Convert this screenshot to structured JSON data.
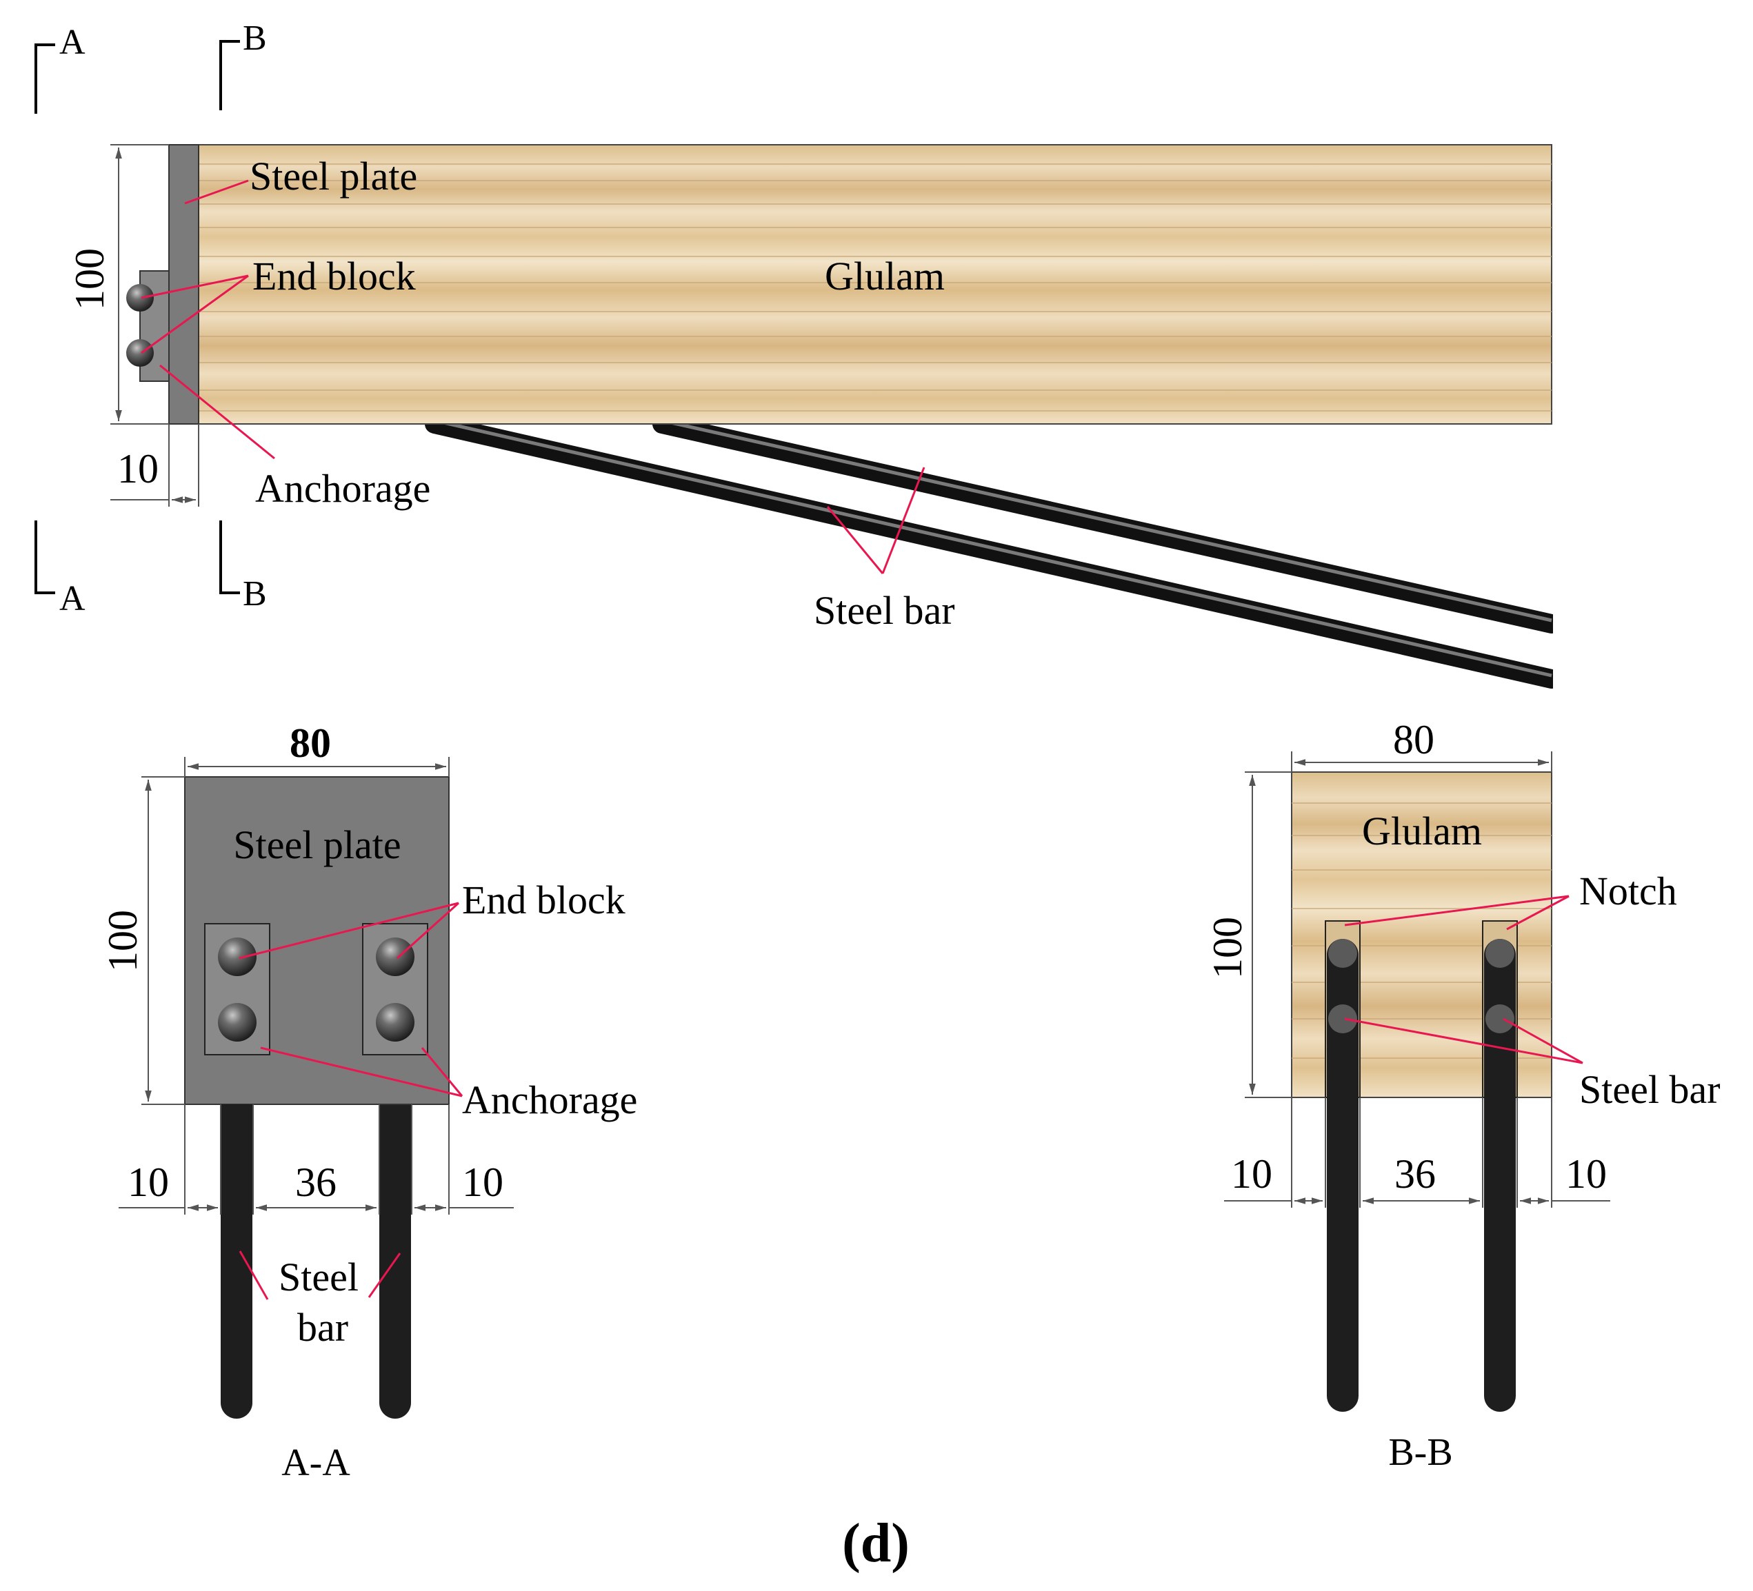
{
  "figure_label": "(d)",
  "colors": {
    "leader_line": "#e8174f",
    "steel_plate": "#7b7b7b",
    "glulam": "#e9d3a8",
    "steel_bar": "#1e1e1e"
  },
  "elevation": {
    "section_marks": {
      "a": "A",
      "b": "B"
    },
    "labels": {
      "steel_plate": "Steel plate",
      "end_block": "End block",
      "glulam": "Glulam",
      "anchorage": "Anchorage",
      "steel_bar": "Steel bar"
    },
    "dims": {
      "height": "100",
      "plate_thickness": "10"
    }
  },
  "section_aa": {
    "title": "A-A",
    "labels": {
      "steel_plate": "Steel plate",
      "end_block": "End block",
      "anchorage": "Anchorage",
      "steel_bar_line1": "Steel",
      "steel_bar_line2": "bar"
    },
    "dims": {
      "width": "80",
      "height": "100",
      "left": "10",
      "middle": "36",
      "right": "10"
    }
  },
  "section_bb": {
    "title": "B-B",
    "labels": {
      "glulam": "Glulam",
      "notch": "Notch",
      "steel_bar": "Steel bar"
    },
    "dims": {
      "width": "80",
      "height": "100",
      "left": "10",
      "middle": "36",
      "right": "10"
    }
  }
}
